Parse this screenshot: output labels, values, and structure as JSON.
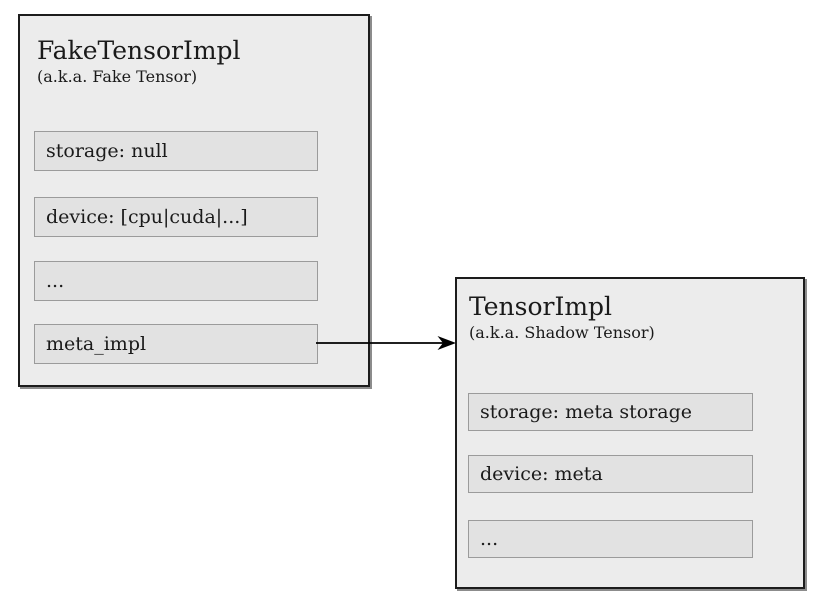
{
  "diagram": {
    "left_box": {
      "title": "FakeTensorImpl",
      "subtitle": "(a.k.a. Fake Tensor)",
      "fields": [
        "storage: null",
        "device: [cpu|cuda|...]",
        "...",
        "meta_impl"
      ]
    },
    "right_box": {
      "title": "TensorImpl",
      "subtitle": "(a.k.a. Shadow Tensor)",
      "fields": [
        "storage: meta storage",
        "device: meta",
        "..."
      ]
    },
    "arrow": {
      "from_field": "meta_impl",
      "to_box": "TensorImpl"
    },
    "colors": {
      "background": "#ffffff",
      "box_fill": "#ececec",
      "box_border": "#1c1c1c",
      "field_fill": "#e2e2e2",
      "field_border": "#9b9b9b",
      "arrow": "#000000"
    }
  }
}
